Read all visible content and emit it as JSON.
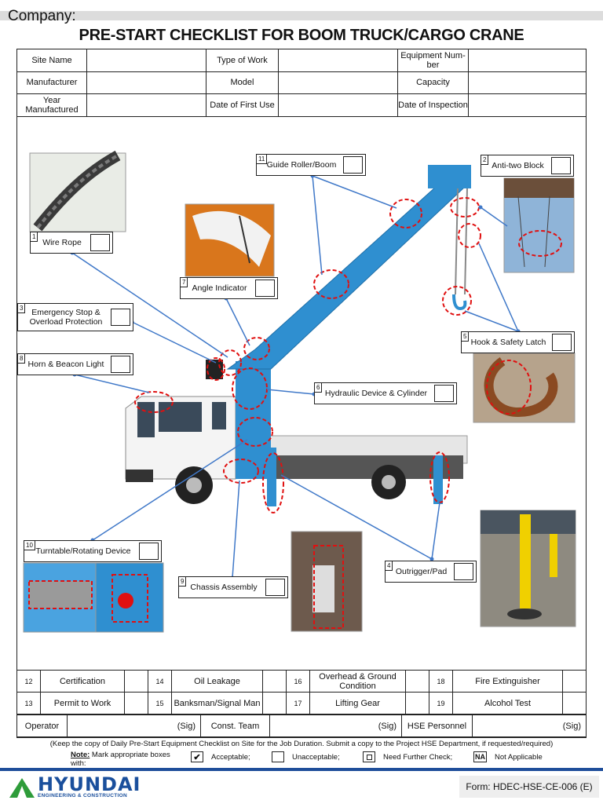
{
  "header": {
    "company_label": "Company:",
    "title": "PRE-START CHECKLIST FOR BOOM TRUCK/CARGO CRANE"
  },
  "info_rows": [
    [
      "Site Name",
      "Type of Work",
      "Equipment Num-ber"
    ],
    [
      "Manufacturer",
      "Model",
      "Capacity"
    ],
    [
      "Year Manufactured",
      "Date of First Use",
      "Date of Inspection"
    ]
  ],
  "labels": {
    "l1": {
      "num": "1",
      "text": "Wire Rope"
    },
    "l2": {
      "num": "2",
      "text": "Anti-two Block"
    },
    "l3": {
      "num": "3",
      "text": "Emergency Stop & Overload Protection"
    },
    "l4": {
      "num": "4",
      "text": "Outrigger/Pad"
    },
    "l5": {
      "num": "5",
      "text": "Hook & Safety Latch"
    },
    "l6": {
      "num": "6",
      "text": "Hydraulic Device & Cylinder"
    },
    "l7": {
      "num": "7",
      "text": "Angle Indicator"
    },
    "l8": {
      "num": "8",
      "text": "Horn & Beacon Light"
    },
    "l9": {
      "num": "9",
      "text": "Chassis Assembly"
    },
    "l10": {
      "num": "10",
      "text": "Turntable/Rotating Device"
    },
    "l11": {
      "num": "11",
      "text": "Guide Roller/Boom"
    }
  },
  "bottom_rows": [
    [
      {
        "num": "12",
        "text": "Certification"
      },
      {
        "num": "14",
        "text": "Oil Leakage"
      },
      {
        "num": "16",
        "text": "Overhead & Ground Condition"
      },
      {
        "num": "18",
        "text": "Fire Extinguisher"
      }
    ],
    [
      {
        "num": "13",
        "text": "Permit to Work"
      },
      {
        "num": "15",
        "text": "Banksman/Signal Man"
      },
      {
        "num": "17",
        "text": "Lifting Gear"
      },
      {
        "num": "19",
        "text": "Alcohol Test"
      }
    ]
  ],
  "signatures": {
    "operator": "Operator",
    "const_team": "Const. Team",
    "hse": "HSE Personnel",
    "sig": "(Sig)"
  },
  "footer": {
    "keep_note": "(Keep the copy of Daily Pre-Start Equipment Checklist  on Site for the Job Duration. Submit a copy to the Project HSE Department, if requested/required)",
    "note_bold": "Note:",
    "note_text": " Mark appropriate boxes with:",
    "acceptable": "Acceptable;",
    "unacceptable": "Unacceptable;",
    "further": "Need Further Check;",
    "na_mark": "NA",
    "na": "Not Applicable",
    "check_mark": "✔",
    "logo_name": "HYUNDAI",
    "logo_sub": "ENGINEERING & CONSTRUCTION",
    "form_no": "Form: HDEC-HSE-CE-006 (E)"
  },
  "colors": {
    "crane_blue": "#2f8fd0",
    "marker_red": "#e01010",
    "leader_blue": "#3f78c8",
    "brand_blue": "#1a4f9c",
    "brand_green": "#2e9c3a"
  }
}
